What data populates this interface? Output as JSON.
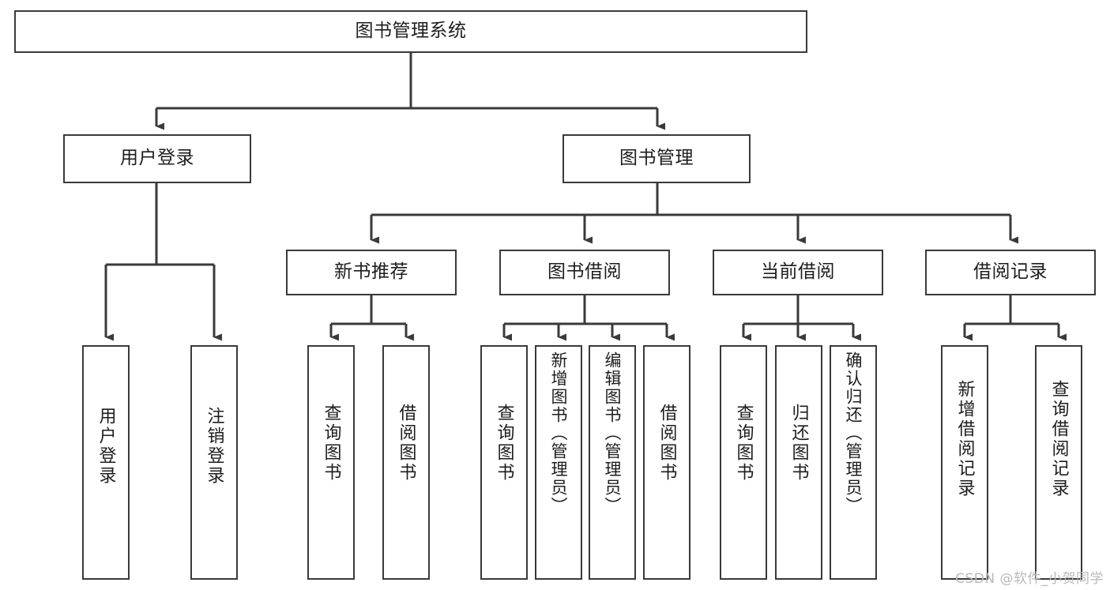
{
  "diagram": {
    "title": "图书管理系统",
    "type": "tree-hierarchy-chart",
    "stroke_color": "#3a3a3a",
    "background_color": "#ffffff",
    "text_color": "#1d1d1d"
  },
  "nodes": {
    "root": {
      "label": "图书管理系统"
    },
    "level1": [
      {
        "label": "用户登录"
      },
      {
        "label": "图书管理"
      }
    ],
    "level2": [
      {
        "label": "新书推荐"
      },
      {
        "label": "图书借阅"
      },
      {
        "label": "当前借阅"
      },
      {
        "label": "借阅记录"
      }
    ],
    "leaves": {
      "user_login": [
        {
          "label": "用户登录"
        },
        {
          "label": "注销登录"
        }
      ],
      "new_book_recommend": [
        {
          "label": "查询图书"
        },
        {
          "label": "借阅图书"
        }
      ],
      "book_borrow": [
        {
          "label": "查询图书"
        },
        {
          "label": "新增图书（管理员）"
        },
        {
          "label": "编辑图书（管理员）"
        },
        {
          "label": "借阅图书"
        }
      ],
      "current_borrow": [
        {
          "label": "查询图书"
        },
        {
          "label": "归还图书"
        },
        {
          "label": "确认归还（管理员）"
        }
      ],
      "borrow_record": [
        {
          "label": "新增借阅记录"
        },
        {
          "label": "查询借阅记录"
        }
      ]
    }
  },
  "watermark": {
    "text": "CSDN @软件_小贺同学"
  }
}
